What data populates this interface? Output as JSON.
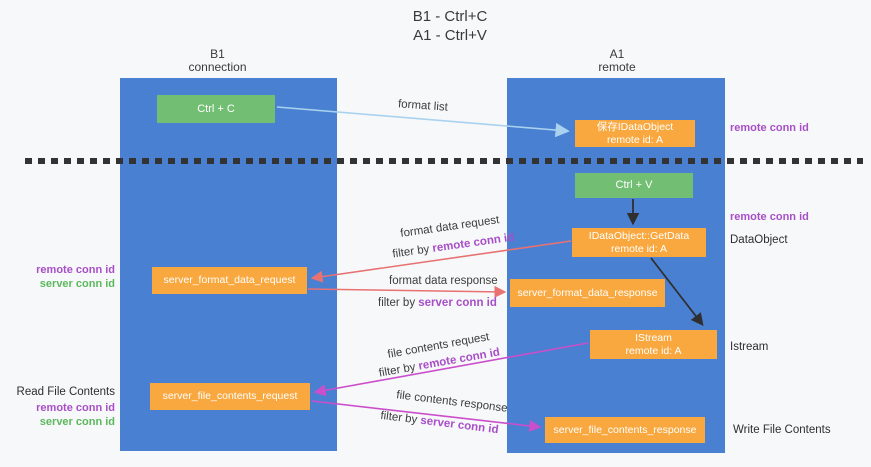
{
  "title": {
    "line1": "B1 - Ctrl+C",
    "line2": "A1 - Ctrl+V"
  },
  "lanes": {
    "b1": {
      "name": "B1",
      "subtitle": "connection"
    },
    "a1": {
      "name": "A1",
      "subtitle": "remote"
    }
  },
  "nodes": {
    "ctrl_c": {
      "label": "Ctrl + C"
    },
    "save_idataobject": {
      "line1": "保存IDataObject",
      "line2": "remote id: A"
    },
    "ctrl_v": {
      "label": "Ctrl + V"
    },
    "getdata": {
      "line1": "IDataObject::GetData",
      "line2": "remote id: A"
    },
    "server_format_data_request": {
      "label": "server_format_data_request"
    },
    "server_format_data_response": {
      "label": "server_format_data_response"
    },
    "istream": {
      "line1": "IStream",
      "line2": "remote id: A"
    },
    "server_file_contents_request": {
      "label": "server_file_contents_request"
    },
    "server_file_contents_response": {
      "label": "server_file_contents_response"
    }
  },
  "edge_labels": {
    "format_list": "format list",
    "format_data_request": "format data request",
    "format_data_response": "format data response",
    "file_contents_request": "file contents request",
    "file_contents_response": "file contents response",
    "filter_by": "filter by ",
    "remote_conn_id": "remote conn id",
    "server_conn_id": "server conn id"
  },
  "side_labels": {
    "right_remote_conn_top": "remote conn id",
    "right_remote_conn_mid": "remote conn id",
    "right_dataobject": "DataObject",
    "right_istream": "Istream",
    "right_write_file_contents": "Write File Contents",
    "left_remote_conn_top": "remote conn id",
    "left_server_conn_top": "server conn id",
    "left_read_file_contents": "Read File Contents",
    "left_remote_conn_bottom": "remote conn id",
    "left_server_conn_bottom": "server conn id"
  },
  "colors": {
    "lane_blue": "#4a80d2",
    "box_green": "#72bf74",
    "box_orange": "#f8a83f",
    "arrow_light_blue": "#a9d2ef",
    "arrow_salmon": "#e87272",
    "arrow_magenta": "#cb4ecb",
    "arrow_black": "#2f2f2f",
    "text_purple": "#a84fc8",
    "text_green": "#5cb85c"
  }
}
